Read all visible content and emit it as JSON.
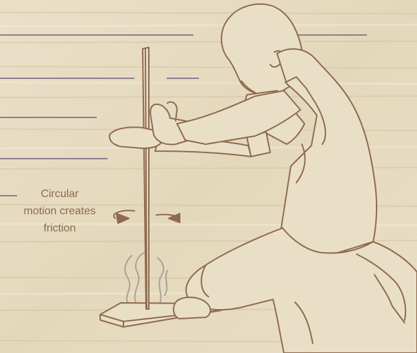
{
  "colors": {
    "paper": "#e7dcc3",
    "ink": "#8e6a4f",
    "blank_line": "#8f7d8e",
    "smoke": "#a8a29a",
    "caption": "#8a6a4f"
  },
  "caption": {
    "line1": "Circular",
    "line2": "motion creates",
    "line3": "friction"
  }
}
